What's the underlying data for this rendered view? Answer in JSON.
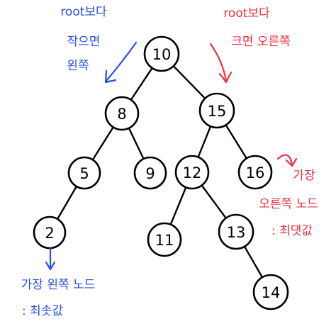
{
  "tree": {
    "nodes": {
      "n10": "10",
      "n8": "8",
      "n15": "15",
      "n5": "5",
      "n9": "9",
      "n12": "12",
      "n16": "16",
      "n2": "2",
      "n11": "11",
      "n13": "13",
      "n14": "14"
    },
    "edges": [
      [
        "n10",
        "n8"
      ],
      [
        "n10",
        "n15"
      ],
      [
        "n8",
        "n5"
      ],
      [
        "n8",
        "n9"
      ],
      [
        "n15",
        "n12"
      ],
      [
        "n15",
        "n16"
      ],
      [
        "n5",
        "n2"
      ],
      [
        "n12",
        "n11"
      ],
      [
        "n12",
        "n13"
      ],
      [
        "n13",
        "n14"
      ]
    ]
  },
  "annotations": {
    "left_rule": [
      "root보다",
      "작으면",
      "왼쪽"
    ],
    "right_rule": [
      "root보다",
      "크면 오른쪽"
    ],
    "min_note": [
      "가장 왼쪽 노드",
      ": 최솟값"
    ],
    "max_note": [
      "가장",
      "오른쪽 노드",
      ": 최댓값"
    ]
  },
  "colors": {
    "left_annotation": "#2a4fe0",
    "right_annotation": "#ee2f3f",
    "node_stroke": "#000000"
  }
}
